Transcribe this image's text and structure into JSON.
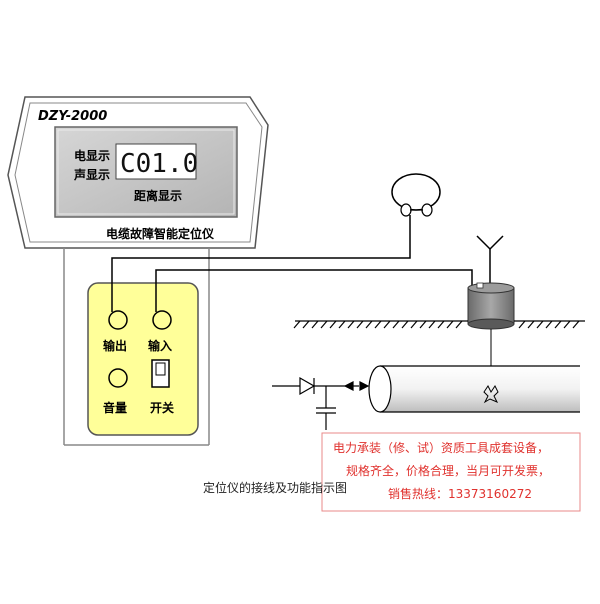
{
  "device": {
    "model": "DZY-2000",
    "label_power": "电显示",
    "label_sound": "声显示",
    "display_value": "C01.0",
    "label_distance": "距离显示",
    "name": "电缆故障智能定位仪"
  },
  "panel": {
    "output_label": "输出",
    "input_label": "输入",
    "volume_label": "音量",
    "switch_label": "开关"
  },
  "caption": "定位仪的接线及功能指示图",
  "ad": {
    "line1": "电力承装（修、试）资质工具成套设备，",
    "line2": "规格齐全，价格合理，当月可开发票，",
    "line3": "销售热线：13373160272"
  },
  "colors": {
    "panel_fill": "#ffff99",
    "screen_fill": "#cccccc",
    "ad_text": "#e0322e",
    "line": "#000000"
  }
}
